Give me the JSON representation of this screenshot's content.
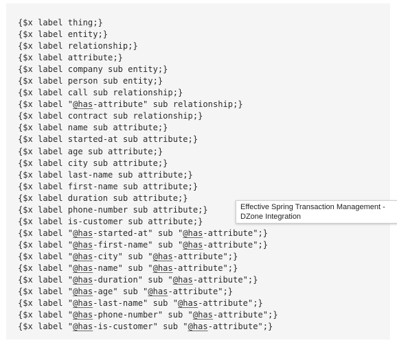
{
  "code": {
    "lines": [
      "{$x label thing;}",
      "{$x label entity;}",
      "{$x label relationship;}",
      "{$x label attribute;}",
      "{$x label company sub entity;}",
      "{$x label person sub entity;}",
      "{$x label call sub relationship;}",
      "{$x label \"@has-attribute\" sub relationship;}",
      "{$x label contract sub relationship;}",
      "{$x label name sub attribute;}",
      "{$x label started-at sub attribute;}",
      "{$x label age sub attribute;}",
      "{$x label city sub attribute;}",
      "{$x label last-name sub attribute;}",
      "{$x label first-name sub attribute;}",
      "{$x label duration sub attribute;}",
      "{$x label phone-number sub attribute;}",
      "{$x label is-customer sub attribute;}",
      "{$x label \"@has-started-at\" sub \"@has-attribute\";}",
      "{$x label \"@has-first-name\" sub \"@has-attribute\";}",
      "{$x label \"@has-city\" sub \"@has-attribute\";}",
      "{$x label \"@has-name\" sub \"@has-attribute\";}",
      "{$x label \"@has-duration\" sub \"@has-attribute\";}",
      "{$x label \"@has-age\" sub \"@has-attribute\";}",
      "{$x label \"@has-last-name\" sub \"@has-attribute\";}",
      "{$x label \"@has-phone-number\" sub \"@has-attribute\";}",
      "{$x label \"@has-is-customer\" sub \"@has-attribute\";}"
    ],
    "link_text": "@has"
  },
  "tooltip": {
    "line1": "Effective Spring Transaction Management -",
    "line2": "DZone Integration"
  }
}
